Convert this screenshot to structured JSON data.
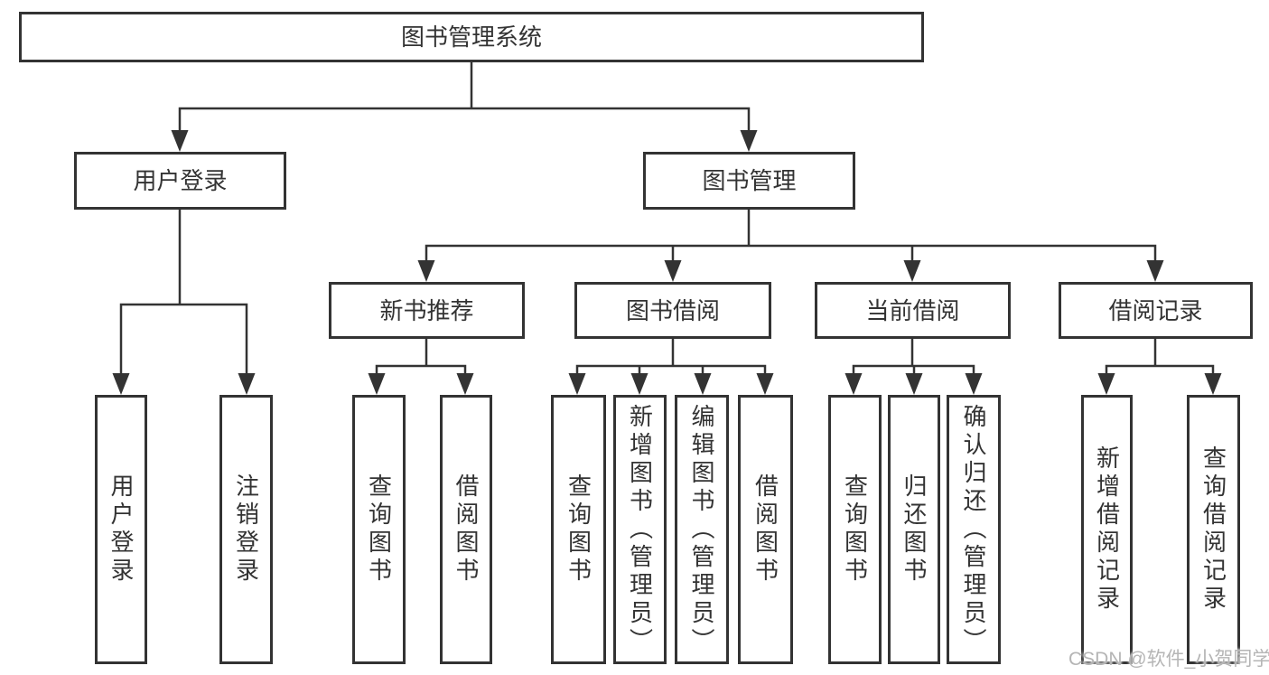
{
  "tree": {
    "root": "图书管理系统",
    "level2": {
      "user_login": "用户登录",
      "book_mgmt": "图书管理"
    },
    "level3": {
      "new_books": "新书推荐",
      "book_borrow": "图书借阅",
      "current_borrow": "当前借阅",
      "borrow_records": "借阅记录"
    },
    "leaves": {
      "user_login": [
        "用户登录",
        "注销登录"
      ],
      "new_books": [
        "查询图书",
        "借阅图书"
      ],
      "book_borrow": [
        "查询图书",
        "新增图书（管理员）",
        "编辑图书（管理员）",
        "借阅图书"
      ],
      "current_borrow": [
        "查询图书",
        "归还图书",
        "确认归还（管理员）"
      ],
      "borrow_records": [
        "新增借阅记录",
        "查询借阅记录"
      ]
    }
  },
  "watermark": {
    "text": "CSDN @软件_小贺同学"
  },
  "colors": {
    "line": "#333333",
    "box_border": "#333333",
    "text": "#333333",
    "watermark": "#b5b5b5",
    "background": "#ffffff"
  }
}
